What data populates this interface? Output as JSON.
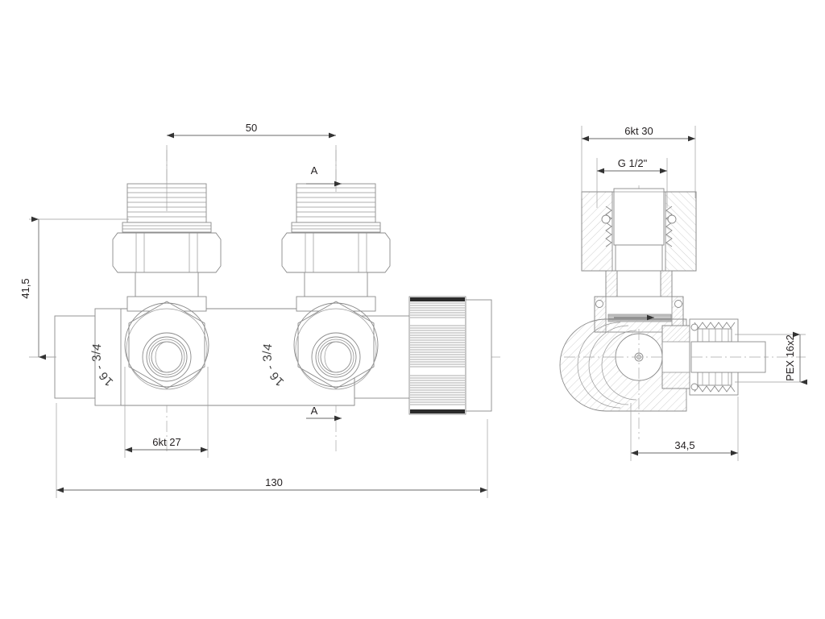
{
  "drawing": {
    "title": "Dual angle radiator valve — technical dimension drawing",
    "background_color": "#ffffff",
    "line_color": "#8a8a8a",
    "dimension_color": "#6a6a6a",
    "text_color": "#231f20",
    "views": [
      {
        "name": "front-view",
        "label": ""
      },
      {
        "name": "section-view-a-a",
        "label": ""
      }
    ]
  },
  "dimensions": {
    "overall_length": "130",
    "center_distance": "50",
    "height_to_center": "41,5",
    "hex_27": "6kt 27",
    "hex_30": "6kt 30",
    "thread_g_half": "G 1/2\"",
    "depth_34_5": "34,5",
    "pex_size": "PEX 16x2"
  },
  "section_marks": {
    "top_label": "A",
    "bottom_label": "A"
  },
  "part_markings": {
    "nut_marking_left": "16 - 3/4",
    "nut_marking_right": "16 - 3/4"
  },
  "colors": {
    "outline": "#8a8a8a",
    "dimension": "#6a6a6a",
    "extension": "#9e9e9e",
    "centerline": "#a8a8a8",
    "text": "#231f20",
    "marking_text": "#404040",
    "hatch": "#a6a6a6",
    "knurl": "#8f8f8f"
  }
}
